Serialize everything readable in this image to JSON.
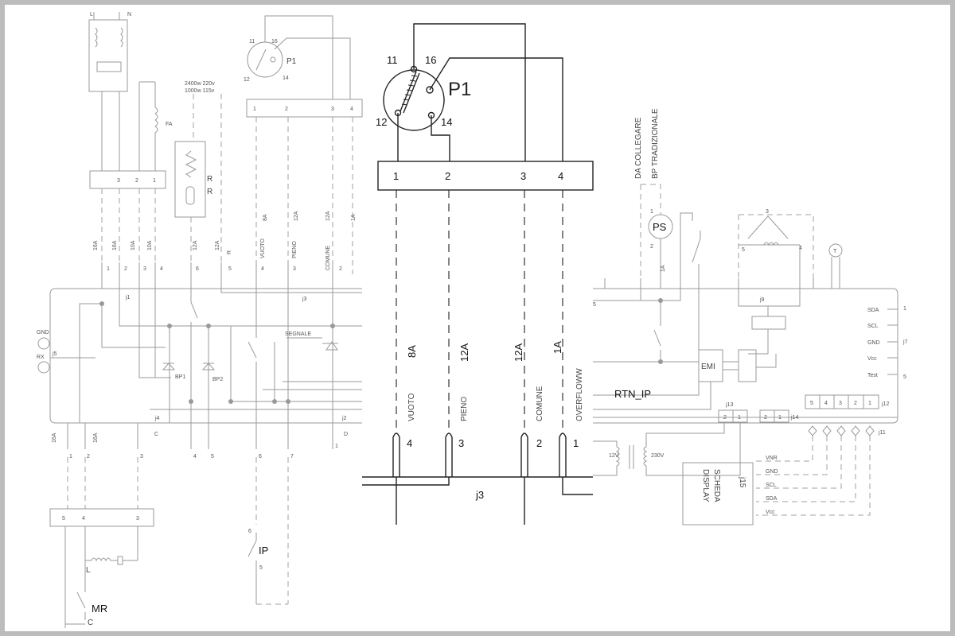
{
  "center": {
    "pressostat": "P1",
    "contacts": [
      "11",
      "16",
      "12",
      "14"
    ],
    "terminals": [
      "1",
      "2",
      "3",
      "4"
    ],
    "wire_currents": [
      "8A",
      "12A",
      "12A",
      "1A"
    ],
    "wire_names": [
      "VUOTO",
      "PIENO",
      "COMUNE",
      "OVERFLOWW"
    ],
    "pins": [
      "4",
      "3",
      "2",
      "1"
    ],
    "connector": "j3"
  },
  "left": {
    "supply": [
      "L",
      "N"
    ],
    "fa_label": "FA",
    "power": [
      "2400w 220v",
      "1000w 115v"
    ],
    "heater": [
      "R",
      "R"
    ],
    "p1_label": "P1",
    "p1_contacts": [
      "11",
      "16",
      "12",
      "14"
    ],
    "strip1": [
      "3",
      "2",
      "1"
    ],
    "strip2": [
      "1",
      "2",
      "3",
      "4"
    ],
    "currents": [
      "16A",
      "16A",
      "10A",
      "10A",
      "12A",
      "12A",
      "8A",
      "12A",
      "12A",
      "1A"
    ],
    "names": [
      "R",
      "R",
      "VUOTO",
      "PIENO",
      "COMUNE"
    ],
    "pins_top": [
      "1",
      "2",
      "3",
      "4",
      "6",
      "5",
      "4",
      "3",
      "2"
    ],
    "board_j1": "j1",
    "board_j3": "j3",
    "board_j4": "j4",
    "board_j2": "j2",
    "bp1": "BP1",
    "bp2": "BP2",
    "segnale": "SEGNALE",
    "gnd": "GND",
    "rx": "RX",
    "j5": "j5",
    "bottom_currents": [
      "16A",
      "16A"
    ],
    "bottom_pins": [
      "1",
      "2",
      "3",
      "4",
      "5",
      "6",
      "7",
      "1"
    ],
    "bottom_letters": [
      "C",
      "D"
    ],
    "strip3": [
      "5",
      "4",
      "3"
    ],
    "l_label": "L",
    "mr_label": "MR",
    "c_label": "C",
    "ip_label": "IP",
    "ip_pins": [
      "6",
      "5"
    ]
  },
  "right": {
    "note": [
      "DA COLLEGARE",
      "BP TRADIZIONALE"
    ],
    "ps_label": "PS",
    "ps_pins": [
      "1",
      "2"
    ],
    "ps_current": "1A",
    "t_label": "T",
    "motor_pins": [
      "3",
      "5",
      "4"
    ],
    "j9": "j9",
    "emi": "EMI",
    "rtn": "RTN_IP",
    "pin5": "5",
    "j7_labels": [
      "SDA",
      "SCL",
      "GND",
      "Vcc",
      "Test"
    ],
    "j7_pins": [
      "1",
      "5"
    ],
    "j7": "j7",
    "j13": "j13",
    "j13_pins": [
      "2",
      "1"
    ],
    "j14": "j14",
    "j14_pins": [
      "2",
      "1"
    ],
    "j12": "j12",
    "j12_pins": [
      "5",
      "4",
      "3",
      "2",
      "1"
    ],
    "j11": "j11",
    "transformer": [
      "12V",
      "230V"
    ],
    "display": [
      "SCHEDA",
      "DISPLAY"
    ],
    "j15": "j15",
    "display_lines": [
      "VNR",
      "GND",
      "SCL",
      "SDA",
      "Vcc"
    ]
  }
}
